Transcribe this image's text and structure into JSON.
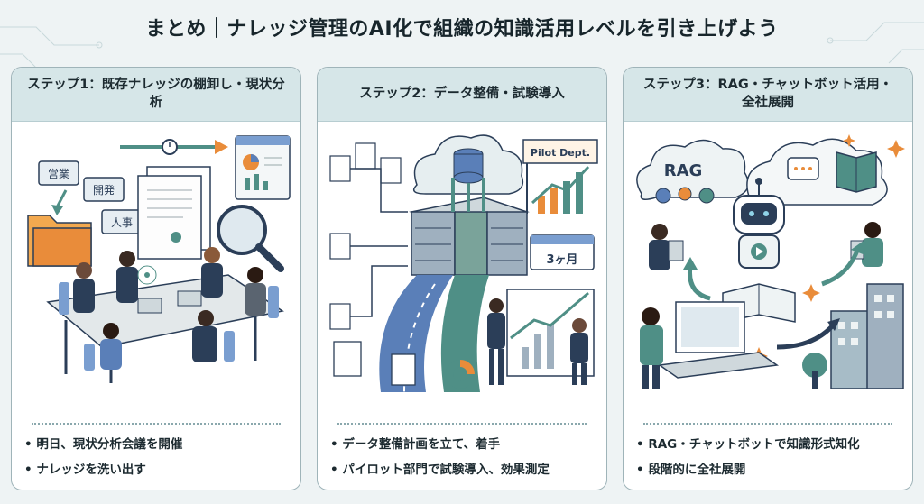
{
  "title": "まとめ｜ナレッジ管理のAI化で組織の知識活用レベルを引き上げよう",
  "steps": [
    {
      "heading": "ステップ1：既存ナレッジの棚卸し・現状分析",
      "labels": {
        "sales": "営業",
        "development": "開発",
        "hr": "人事"
      },
      "bullets": [
        "明日、現状分析会議を開催",
        "ナレッジを洗い出す"
      ]
    },
    {
      "heading": "ステップ2：データ整備・試験導入",
      "labels": {
        "pilot": "Pilot Dept.",
        "duration": "3ヶ月"
      },
      "bullets": [
        "データ整備計画を立て、着手",
        "パイロット部門で試験導入、効果測定"
      ]
    },
    {
      "heading": "ステップ3：RAG・チャットボット活用・全社展開",
      "labels": {
        "rag": "RAG"
      },
      "bullets": [
        "RAG・チャットボットで知識形式知化",
        "段階的に全社展開"
      ]
    }
  ],
  "colors": {
    "accent_teal": "#4f8f86",
    "accent_orange": "#e98c3a",
    "navy": "#2b3e58",
    "header_bg": "#d6e6e8"
  },
  "icons": [
    "folder-icon",
    "magnifier-icon",
    "clock-icon",
    "document-icon",
    "database-cloud-icon",
    "server-icon",
    "calendar-icon",
    "growth-chart-icon",
    "robot-icon",
    "gear-icon",
    "chat-bubble-icon",
    "book-icon",
    "building-icon",
    "sparkle-icon"
  ]
}
